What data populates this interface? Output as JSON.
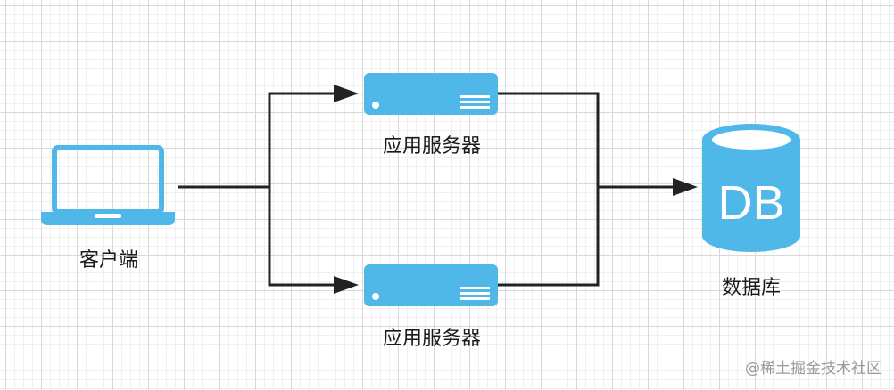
{
  "colors": {
    "node_fill": "#4fb8e8",
    "edge_stroke": "#222222",
    "text": "#1a1a1a",
    "watermark": "#9a9a9a"
  },
  "nodes": {
    "client": {
      "label": "客户端",
      "icon": "laptop-icon"
    },
    "server_top": {
      "label": "应用服务器",
      "icon": "server-icon"
    },
    "server_bottom": {
      "label": "应用服务器",
      "icon": "server-icon"
    },
    "database": {
      "label": "数据库",
      "icon_text": "DB",
      "icon": "database-icon"
    }
  },
  "edges": [
    {
      "from": "client",
      "to": "server_top"
    },
    {
      "from": "client",
      "to": "server_bottom"
    },
    {
      "from": "server_top",
      "to": "database"
    },
    {
      "from": "server_bottom",
      "to": "database"
    }
  ],
  "watermark": "@稀土掘金技术社区"
}
